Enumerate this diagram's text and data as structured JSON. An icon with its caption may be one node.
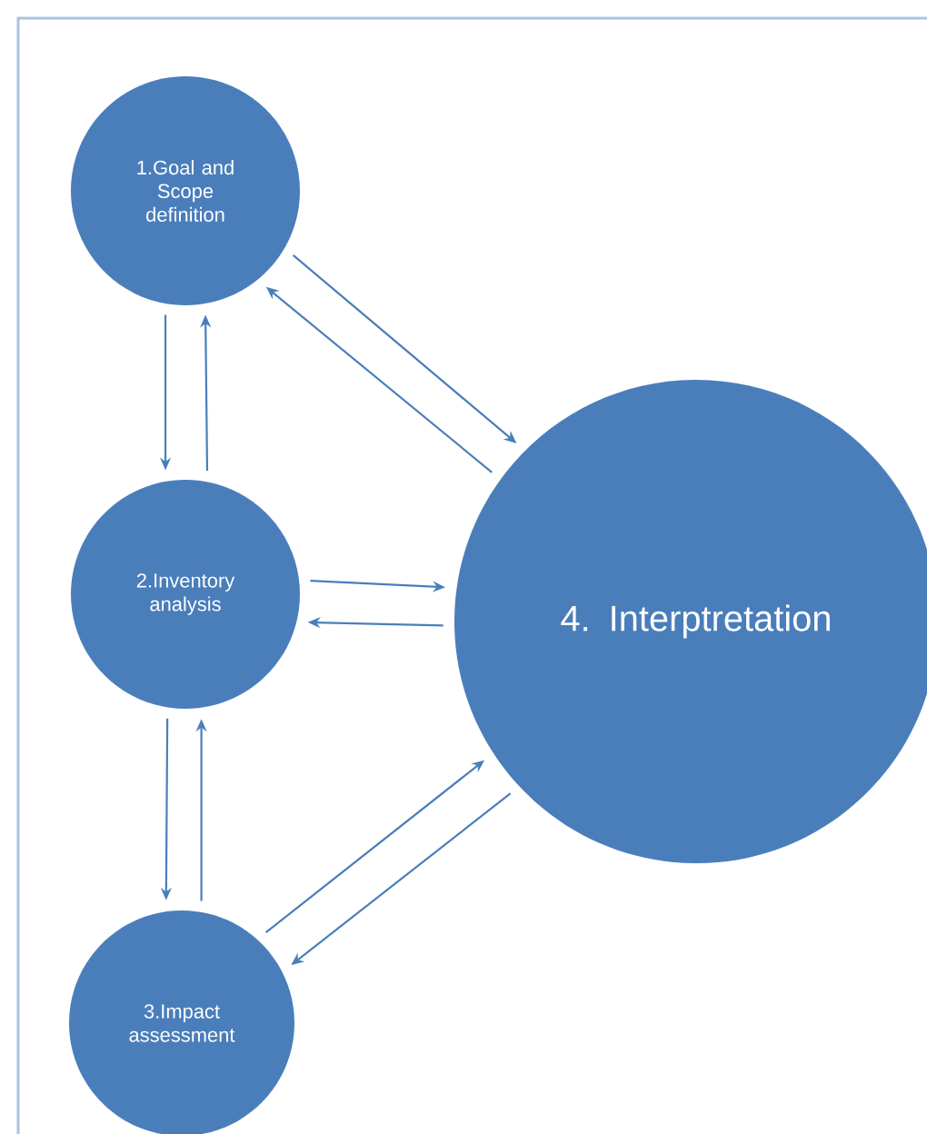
{
  "diagram": {
    "nodes": [
      {
        "text": [
          "1.Goal and Scope definition"
        ]
      },
      {
        "text": [
          "2.Inventory analysis"
        ]
      },
      {
        "text": [
          "3.Impact assessment"
        ]
      },
      {
        "text": [
          "4. Interptretation"
        ]
      }
    ],
    "edges": [
      {
        "from": 0,
        "to": 3,
        "arrow": "to"
      },
      {
        "from": 3,
        "to": 0,
        "arrow": "to"
      },
      {
        "from": 0,
        "to": 1,
        "arrow": "to"
      },
      {
        "from": 1,
        "to": 0,
        "arrow": "to"
      },
      {
        "from": 1,
        "to": 3,
        "arrow": "to"
      },
      {
        "from": 3,
        "to": 1,
        "arrow": "to"
      },
      {
        "from": 1,
        "to": 2,
        "arrow": "to"
      },
      {
        "from": 2,
        "to": 1,
        "arrow": "to"
      },
      {
        "from": 2,
        "to": 3,
        "arrow": "to"
      },
      {
        "from": 3,
        "to": 2,
        "arrow": "to"
      }
    ]
  }
}
